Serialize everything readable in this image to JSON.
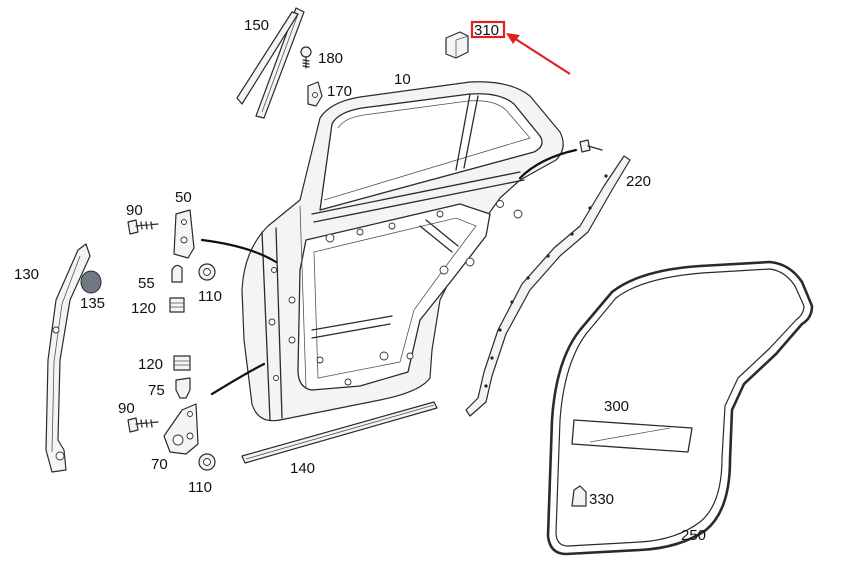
{
  "labels": {
    "p10": "10",
    "p50": "50",
    "p55": "55",
    "p70": "70",
    "p75": "75",
    "p90a": "90",
    "p90b": "90",
    "p110a": "110",
    "p110b": "110",
    "p120a": "120",
    "p120b": "120",
    "p130": "130",
    "p135": "135",
    "p140": "140",
    "p150": "150",
    "p170": "170",
    "p180": "180",
    "p220": "220",
    "p250": "250",
    "p300": "300",
    "p310": "310",
    "p330": "330"
  },
  "highlight": {
    "label": "310",
    "box_color": "#e02020",
    "arrow_color": "#e02020"
  }
}
